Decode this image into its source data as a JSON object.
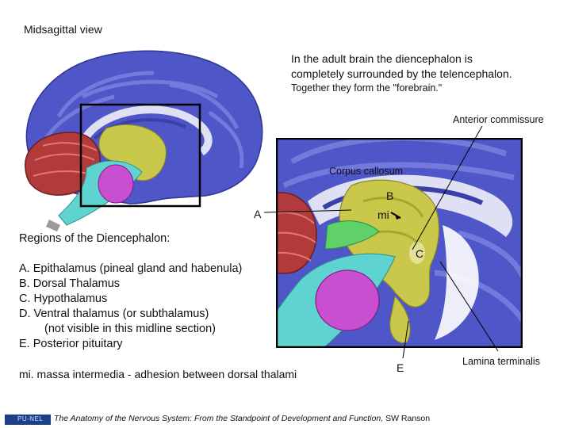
{
  "heading": "Midsagittal view",
  "intro": {
    "line1": "In the adult brain the diencephalon is",
    "line2": "completely surrounded by the telencephalon.",
    "line3": "Together they form the \"forebrain.\""
  },
  "labels": {
    "anterior_commissure": "Anterior commissure",
    "corpus_callosum": "Corpus callosum",
    "A": "A",
    "B": "B",
    "C": "C",
    "E": "E",
    "mi": "mi",
    "lamina_terminalis": "Lamina terminalis"
  },
  "regions": {
    "title": "Regions of the Diencephalon:",
    "items": [
      "A. Epithalamus (pineal gland and habenula)",
      "B. Dorsal Thalamus",
      "C. Hypothalamus",
      "D. Ventral thalamus (or subthalamus)",
      "(not visible in this midline section)",
      "E. Posterior pituitary"
    ]
  },
  "note": "mi. massa intermedia - adhesion between dorsal thalami",
  "footer": {
    "logo": "PU-NEL",
    "citation_italic": "The Anatomy of the Nervous System: From the Standpoint of Development and Function,",
    "citation_author": " SW Ranson"
  },
  "colors": {
    "telencephalon": "#4e56c8",
    "diencephalon": "#c9c84a",
    "cerebellum": "#b23a3a",
    "brainstem": "#5fd3d0",
    "pons": "#c94fd1",
    "ventricle": "#dfe0f4"
  }
}
